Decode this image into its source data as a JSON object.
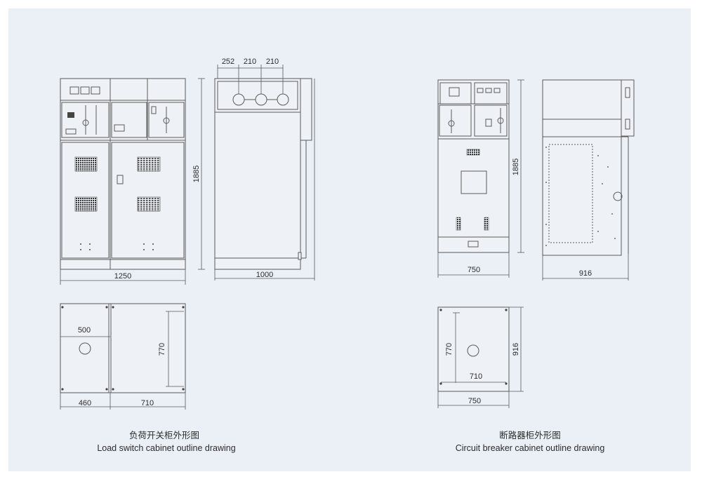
{
  "colors": {
    "background": "#eaf0f6",
    "line": "#5a5a5a",
    "text": "#2b2b2b"
  },
  "load_switch": {
    "front_width": "1250",
    "height": "1885",
    "side_depth": "1000",
    "bushing_top_1": "252",
    "bushing_top_2": "210",
    "bushing_top_3": "210",
    "plan_left_width": "460",
    "plan_right_width": "710",
    "plan_hole_offset": "500",
    "plan_hole_depth": "770",
    "caption_cn": "负荷开关柜外形图",
    "caption_en": "Load switch cabinet outline drawing"
  },
  "circuit_breaker": {
    "front_width": "750",
    "height": "1885",
    "side_depth": "916",
    "plan_hole_depth": "770",
    "plan_hole_span": "710",
    "plan_depth": "916",
    "plan_width": "750",
    "caption_cn": "断路器柜外形图",
    "caption_en": "Circuit breaker cabinet outline drawing"
  }
}
